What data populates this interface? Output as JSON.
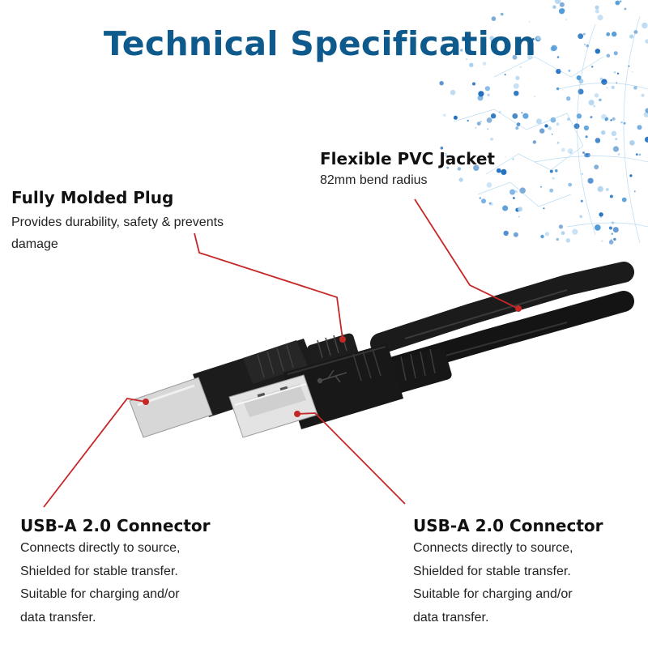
{
  "title": "Technical Specification",
  "colors": {
    "title": "#0f5a8c",
    "leader": "#c62828",
    "cable": "#141414",
    "plug_metal": "#d8d8d8",
    "globe": "#2b7fc9"
  },
  "callouts": {
    "molded_plug": {
      "heading": "Fully Molded Plug",
      "description": "Provides durability, safety & prevents damage"
    },
    "pvc_jacket": {
      "heading": "Flexible PVC Jacket",
      "description": "82mm bend radius"
    },
    "usb_left": {
      "heading": "USB-A 2.0 Connector",
      "lines": [
        "Connects directly to source,",
        "Shielded for stable transfer.",
        "Suitable for charging and/or",
        "data transfer."
      ]
    },
    "usb_right": {
      "heading": "USB-A 2.0 Connector",
      "lines": [
        "Connects directly to source,",
        "Shielded for stable transfer.",
        "Suitable for charging and/or",
        "data transfer."
      ]
    }
  },
  "icons": {
    "usb_logo": "usb-trident-icon",
    "network_globe": "network-globe-icon"
  }
}
